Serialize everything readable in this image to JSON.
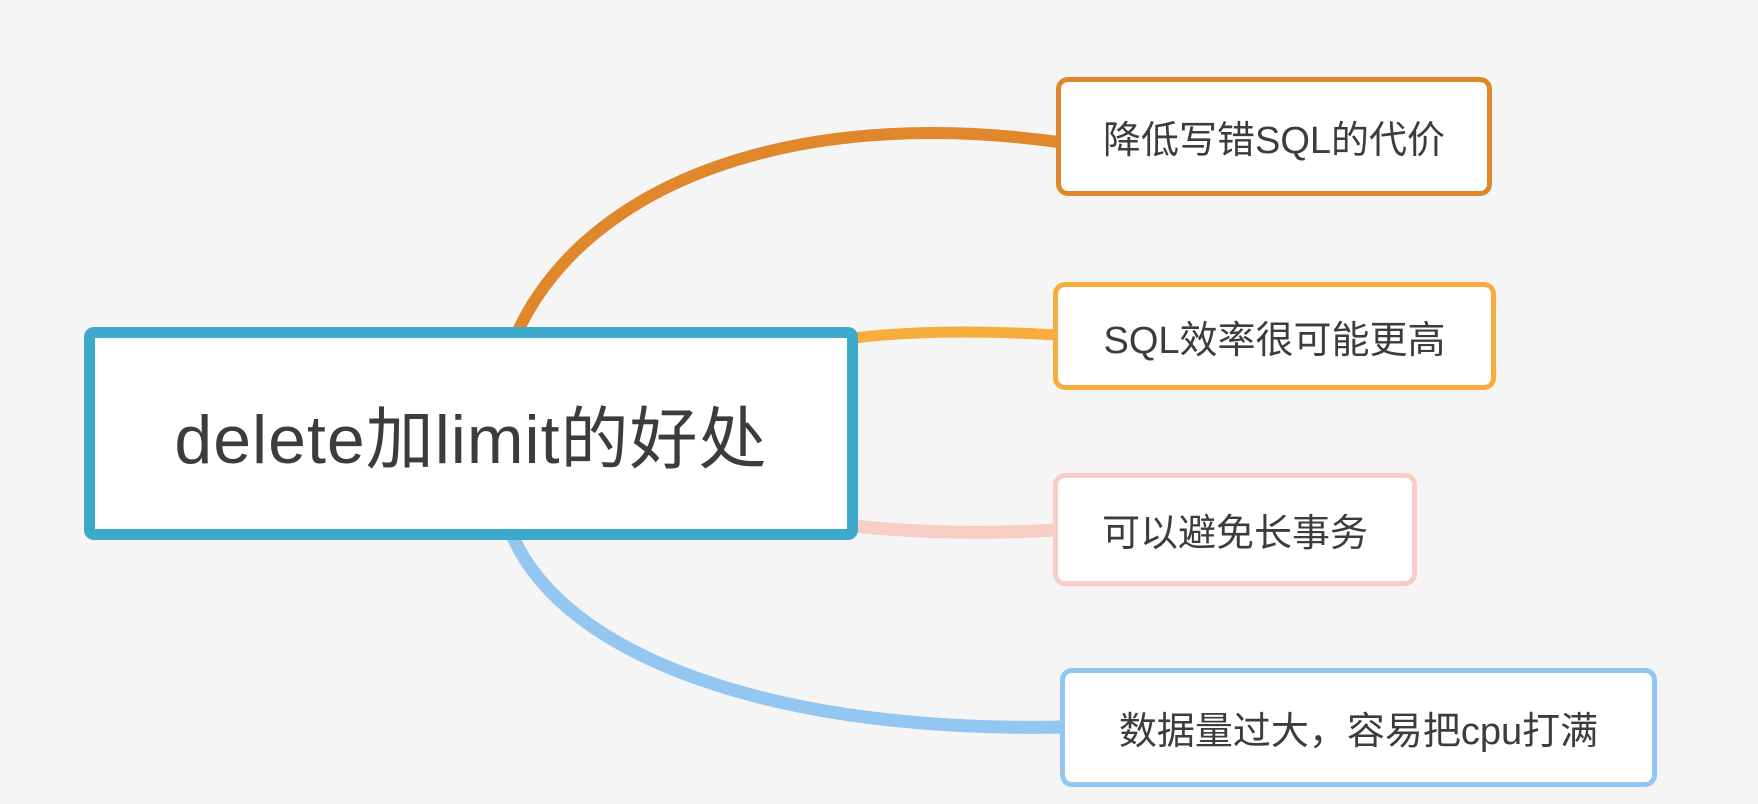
{
  "canvas": {
    "background_color": "#f5f5f5"
  },
  "mindmap": {
    "root": {
      "label": "delete加limit的好处",
      "border_color": "#3daacb",
      "text_color": "#3b3b40",
      "fill_color": "#ffffff"
    },
    "branches": [
      {
        "label": "降低写错SQL的代价",
        "color": "#e0862b"
      },
      {
        "label": "SQL效率很可能更高",
        "color": "#f6ad3c"
      },
      {
        "label": "可以避免长事务",
        "color": "#f8cdc6"
      },
      {
        "label": "数据量过大，容易把cpu打满",
        "color": "#93c6f1"
      }
    ]
  }
}
